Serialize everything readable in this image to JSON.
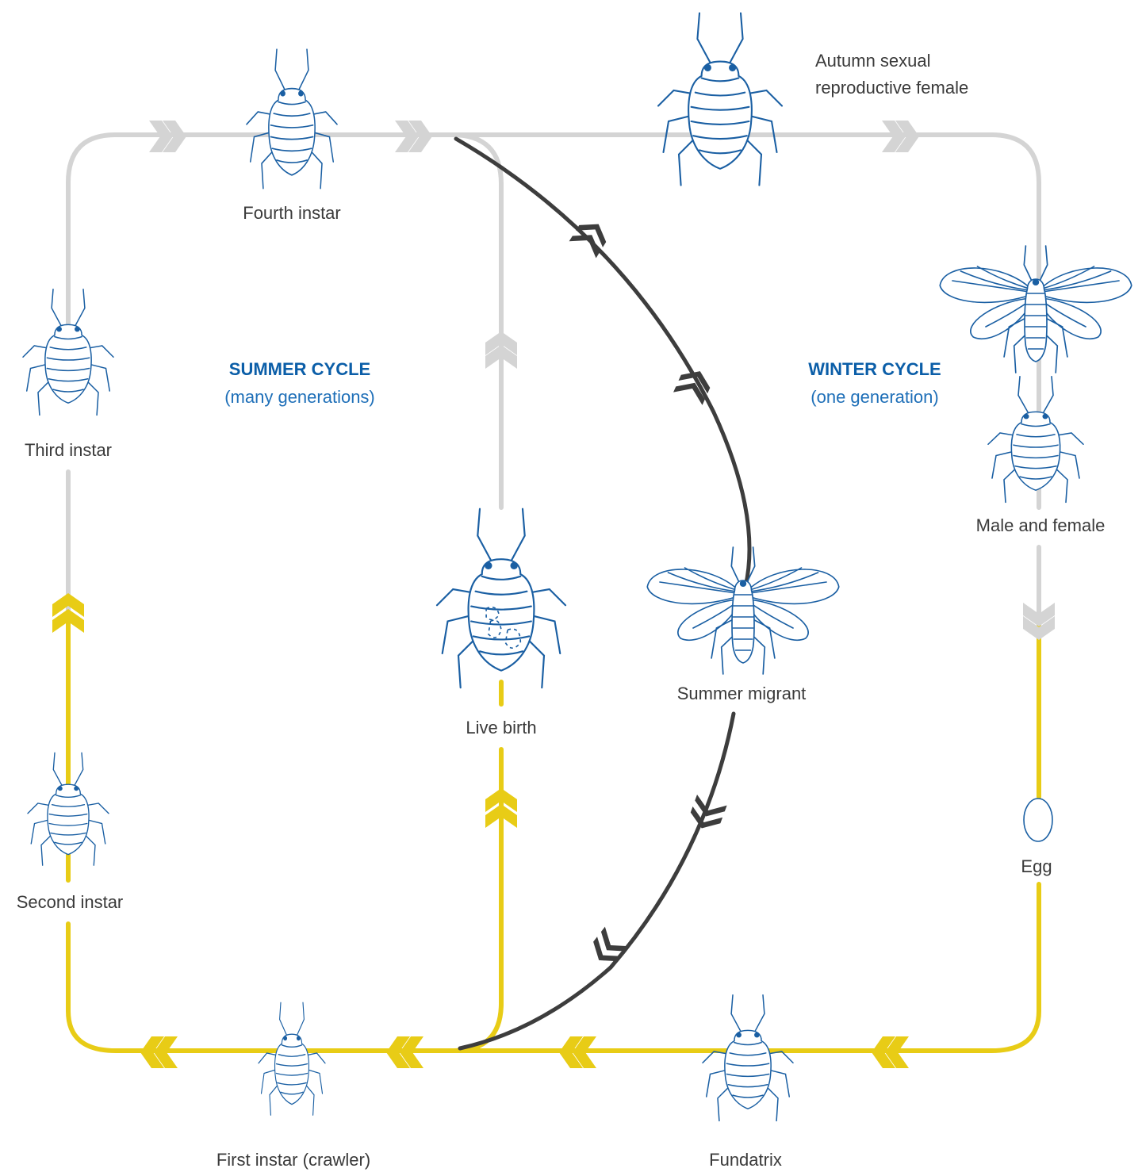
{
  "colors": {
    "summer_path": "#d4d4d4",
    "summer_yellow": "#e8cc16",
    "winter_dark": "#3d3d3d",
    "insect_stroke": "#1a5fa3",
    "cycle_title": "#0b5ea8"
  },
  "cycles": {
    "summer": {
      "title": "SUMMER CYCLE",
      "subtitle": "(many generations)"
    },
    "winter": {
      "title": "WINTER CYCLE",
      "subtitle": "(one generation)"
    }
  },
  "stages": {
    "fourth_instar": "Fourth instar",
    "autumn_female_line1": "Autumn sexual",
    "autumn_female_line2": "reproductive female",
    "third_instar": "Third instar",
    "male_and_female": "Male and female",
    "live_birth": "Live birth",
    "summer_migrant": "Summer migrant",
    "second_instar": "Second instar",
    "egg": "Egg",
    "first_instar": "First instar (crawler)",
    "fundatrix": "Fundatrix"
  }
}
